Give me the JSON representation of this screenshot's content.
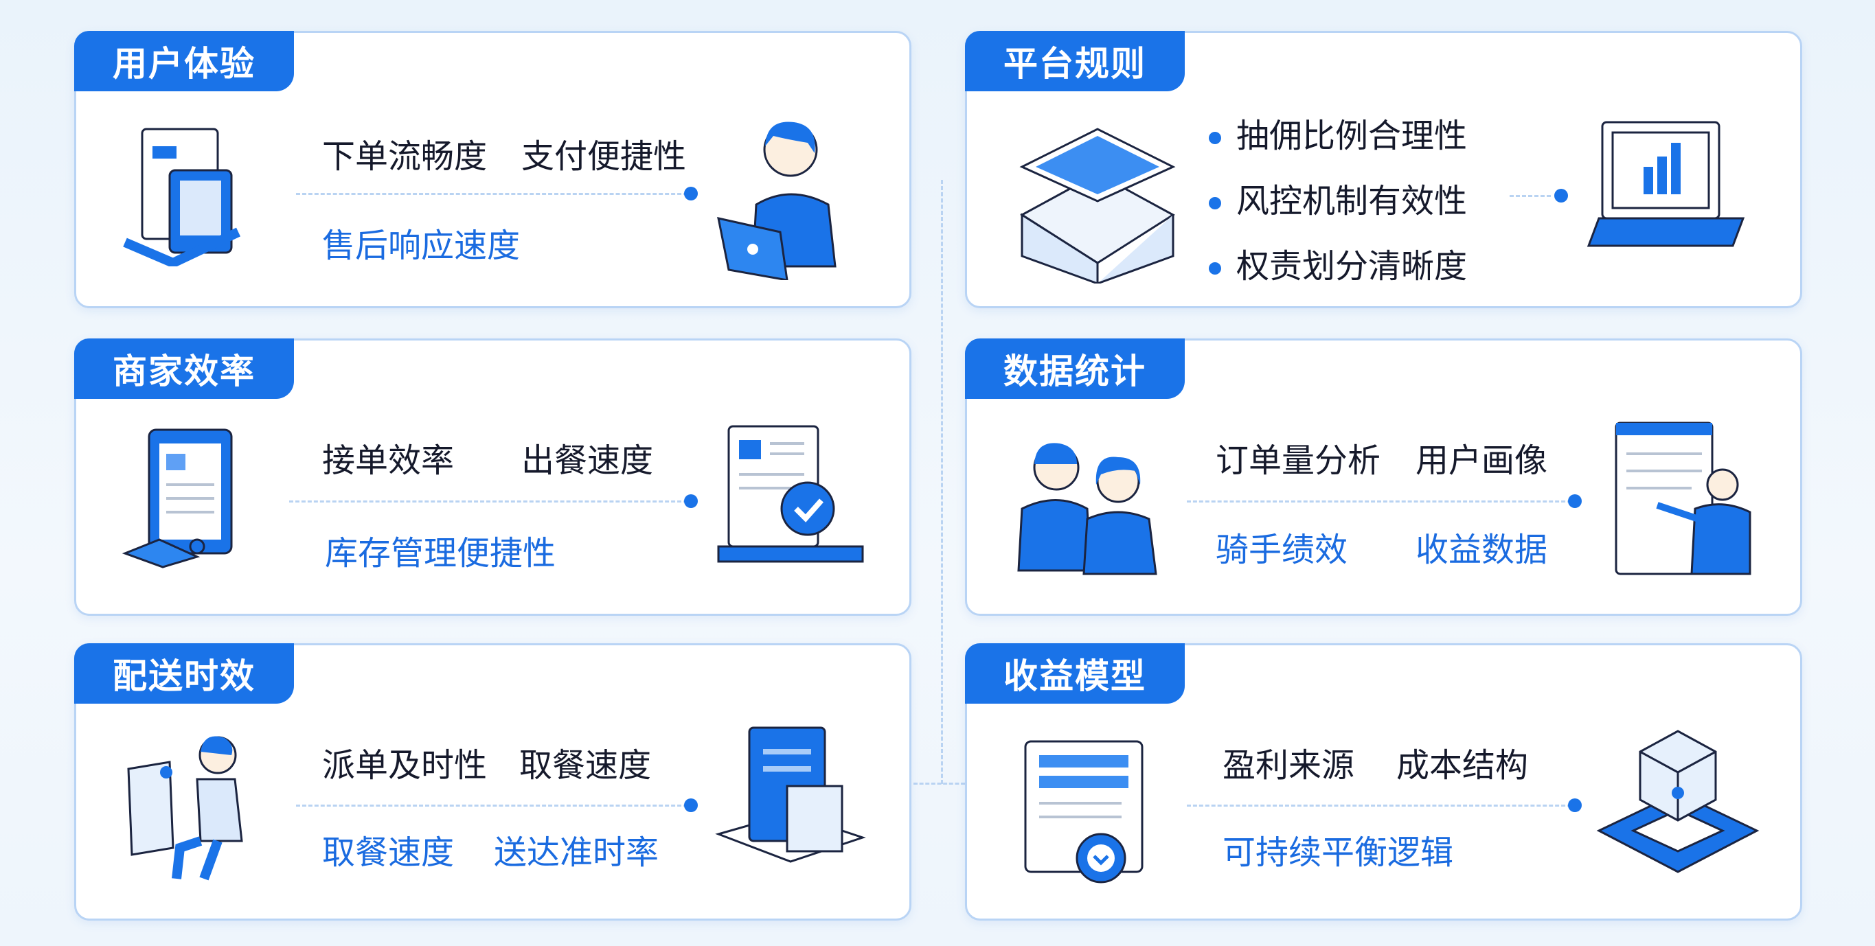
{
  "cards": [
    {
      "title": "用户体验",
      "line1": [
        "下单流畅度",
        "支付便捷性"
      ],
      "line2": [
        "售后响应速度"
      ]
    },
    {
      "title": "商家效率",
      "line1": [
        "接单效率",
        "出餐速度"
      ],
      "line2": [
        "库存管理便捷性"
      ]
    },
    {
      "title": "配送时效",
      "line1": [
        "派单及时性",
        "取餐速度"
      ],
      "line2": [
        "取餐速度",
        "送达准时率"
      ]
    },
    {
      "title": "平台规则",
      "bullets": [
        "抽佣比例合理性",
        "风控机制有效性",
        "权责划分清晰度"
      ]
    },
    {
      "title": "数据统计",
      "line1": [
        "订单量分析",
        "用户画像"
      ],
      "line2": [
        "骑手绩效",
        "收益数据"
      ]
    },
    {
      "title": "收益模型",
      "line1": [
        "盈利来源",
        "成本结构"
      ],
      "line2": [
        "可持续平衡逻辑"
      ]
    }
  ],
  "colors": {
    "accent": "#1a73e8",
    "text": "#15192b",
    "border": "#b9d4f5"
  }
}
